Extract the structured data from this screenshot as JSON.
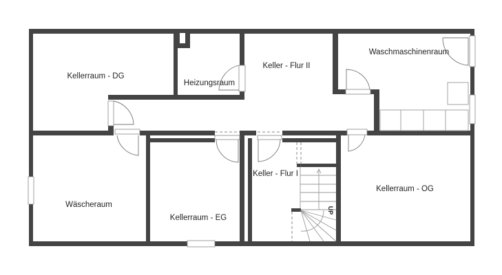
{
  "rooms": {
    "kellerraum_dg": "Kellerraum -  DG",
    "heizungsraum": "Heizungsraum",
    "keller_flur_2": "Keller - Flur II",
    "waschmaschinenraum": "Waschmaschinenraum",
    "waescheraum": "Wäscheraum",
    "kellerraum_eg": "Kellerraum -  EG",
    "keller_flur_1": "Keller - Flur I",
    "kellerraum_og": "Kellerraum -  OG"
  },
  "stair_label": "UP",
  "colors": {
    "wall": "#444444",
    "background": "#ffffff"
  }
}
